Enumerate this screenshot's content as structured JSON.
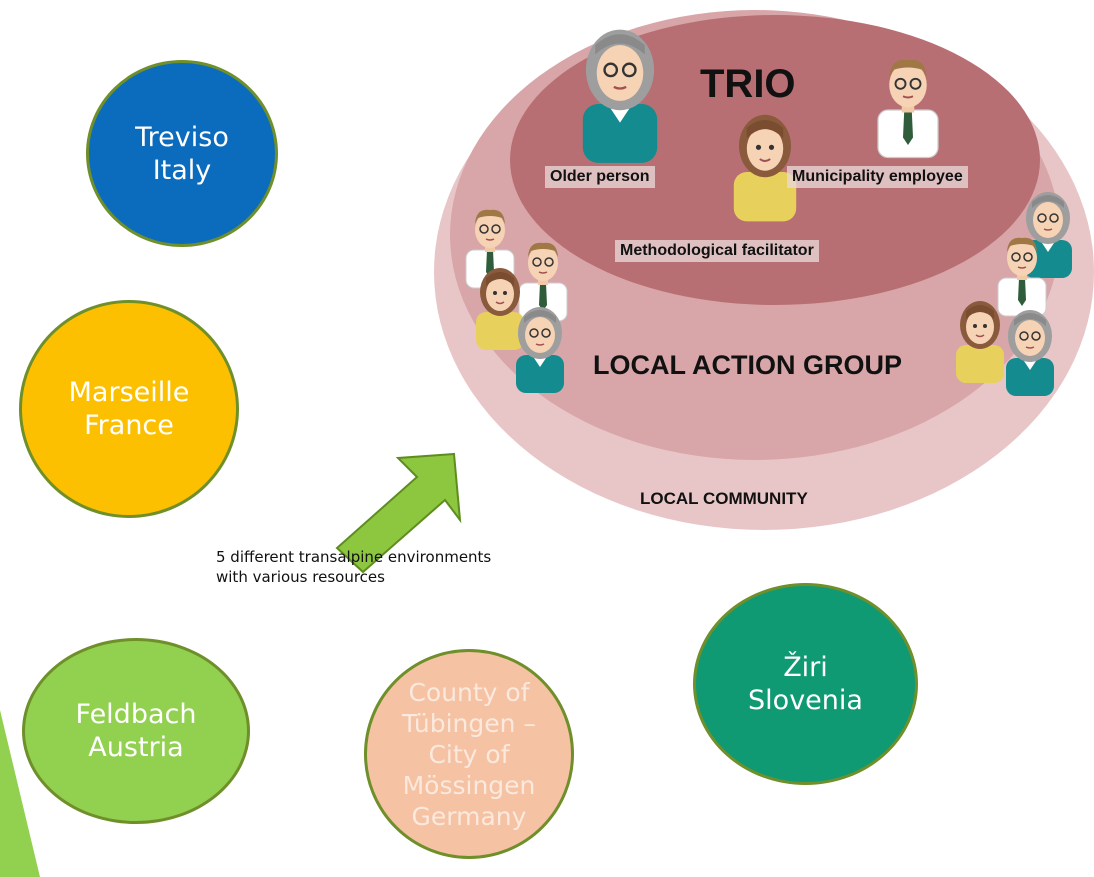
{
  "locations": [
    {
      "label": "Treviso\nItaly"
    },
    {
      "label": "Marseille\nFrance"
    },
    {
      "label": "Feldbach\nAustria"
    },
    {
      "label": "County of\nTübingen –\nCity of\nMössingen\nGermany"
    },
    {
      "label": "Žiri\nSlovenia"
    }
  ],
  "description": "5 different transalpine environments with various resources",
  "model": {
    "trio_title": "TRIO",
    "roles": {
      "older_person": "Older person",
      "municipality_employee": "Municipality employee",
      "facilitator": "Methodological facilitator"
    },
    "local_action_group": "LOCAL ACTION GROUP",
    "local_community": "LOCAL COMMUNITY"
  },
  "colors": {
    "treviso": "#0b6bbd",
    "marseille": "#fcc000",
    "feldbach": "#92d050",
    "tubingen": "#f5c2a3",
    "ziri": "#0f9a74",
    "arrow": "#8dc63f",
    "outer_ellipse": "#e8c6c8",
    "middle_ellipse": "#d8a6a9",
    "inner_ellipse": "#b86f73"
  },
  "icons": [
    "arrow-up-right-icon",
    "older-woman-icon",
    "man-employee-icon",
    "woman-facilitator-icon"
  ]
}
